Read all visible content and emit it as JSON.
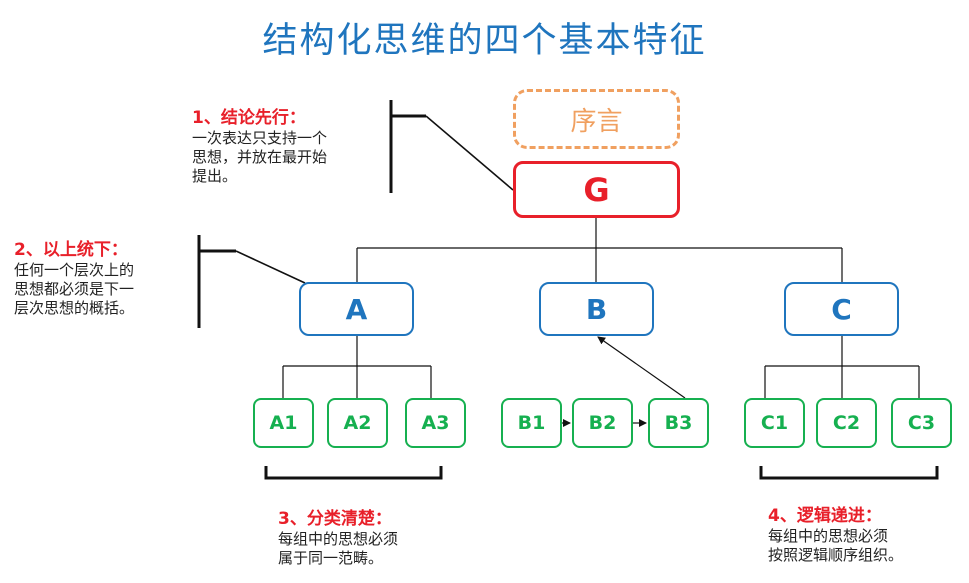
{
  "title": "结构化思维的四个基本特征",
  "colors": {
    "title": "#1f75be",
    "intro": "#f0a060",
    "top": "#e8202a",
    "mid": "#1f75be",
    "leaf": "#16b050",
    "annotation_head": "#e8202a"
  },
  "nodes": {
    "intro": "序言",
    "g": "G",
    "a": "A",
    "b": "B",
    "c": "C",
    "a1": "A1",
    "a2": "A2",
    "a3": "A3",
    "b1": "B1",
    "b2": "B2",
    "b3": "B3",
    "c1": "C1",
    "c2": "C2",
    "c3": "C3"
  },
  "annotations": {
    "one": {
      "heading": "1、结论先行：",
      "lines": [
        "一次表达只支持一个",
        "思想，并放在最开始",
        "提出。"
      ]
    },
    "two": {
      "heading": "2、以上统下：",
      "lines": [
        "任何一个层次上的",
        "思想都必须是下一",
        "层次思想的概括。"
      ]
    },
    "three": {
      "heading": "3、分类清楚：",
      "lines": [
        "每组中的思想必须",
        "属于同一范畴。"
      ]
    },
    "four": {
      "heading": "4、逻辑递进：",
      "lines": [
        "每组中的思想必须",
        "按照逻辑顺序组织。"
      ]
    }
  }
}
